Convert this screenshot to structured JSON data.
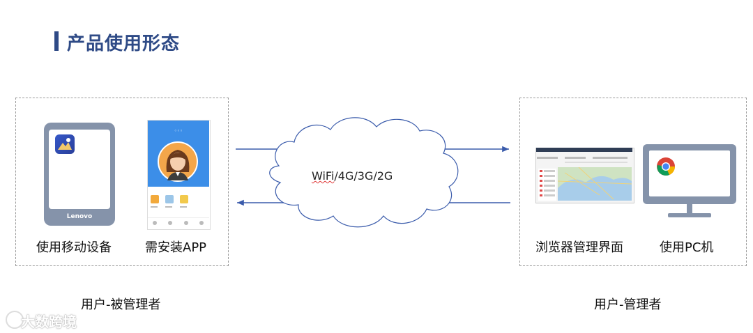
{
  "title": "产品使用形态",
  "left_group": {
    "device_brand": "Lenovo",
    "label_mobile": "使用移动设备",
    "label_app": "需安装APP",
    "caption": "用户-被管理者"
  },
  "network": {
    "label_prefix": "WiFi",
    "label_rest": "/4G/3G/2G"
  },
  "right_group": {
    "label_browser": "浏览器管理界面",
    "label_pc": "使用PC机",
    "caption": "用户-管理者"
  },
  "watermark": "大数跨境",
  "colors": {
    "title": "#2e4a86",
    "device_gray": "#8593aa",
    "arrow": "#3a5bab",
    "phone_header": "#3c8ee8"
  }
}
